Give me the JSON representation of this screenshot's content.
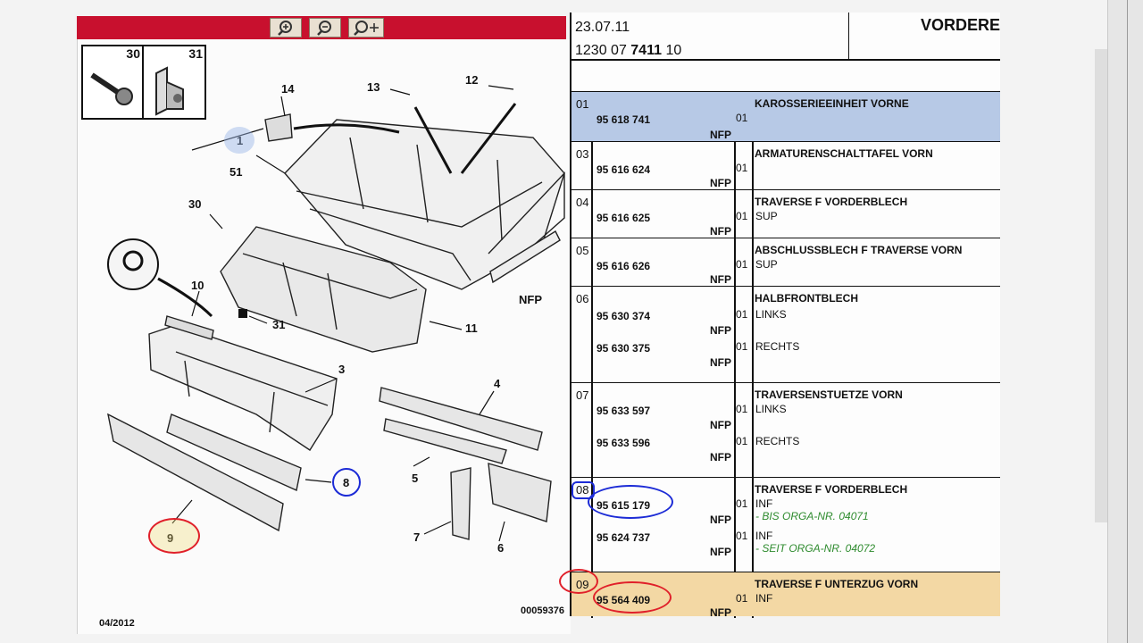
{
  "toolbar": {
    "icons": [
      "zoom-in-icon",
      "zoom-out-icon",
      "zoom-pan-icon"
    ],
    "accent_color": "#c8102e"
  },
  "drawing": {
    "thumbnails": [
      {
        "number": "30",
        "icon": "bolt-icon"
      },
      {
        "number": "31",
        "icon": "clip-nut-icon"
      }
    ],
    "callouts": [
      "14",
      "13",
      "12",
      "1",
      "51",
      "30",
      "10",
      "31",
      "11",
      "NFP",
      "3",
      "4",
      "5",
      "7",
      "6",
      "8",
      "9"
    ],
    "date_code": "04/2012",
    "drawing_number": "00059376"
  },
  "header": {
    "date": "23.07.11",
    "ref_prefix": "1230 07 ",
    "ref_bold": "7411",
    "ref_suffix": " 10",
    "title": "VORDERE"
  },
  "parts": {
    "rows": [
      {
        "pos": "01",
        "entries": [
          {
            "part": "95 618 741",
            "qty": "01",
            "nfp": "NFP"
          }
        ],
        "desc": "KAROSSERIEEINHEIT VORNE",
        "subs": []
      },
      {
        "pos": "03",
        "entries": [
          {
            "part": "95 616 624",
            "qty": "01",
            "nfp": "NFP"
          }
        ],
        "desc": "ARMATURENSCHALTTAFEL VORN",
        "subs": []
      },
      {
        "pos": "04",
        "entries": [
          {
            "part": "95 616 625",
            "qty": "01",
            "nfp": "NFP"
          }
        ],
        "desc": "TRAVERSE F VORDERBLECH",
        "subs": [
          "SUP"
        ]
      },
      {
        "pos": "05",
        "entries": [
          {
            "part": "95 616 626",
            "qty": "01",
            "nfp": "NFP"
          }
        ],
        "desc": "ABSCHLUSSBLECH F TRAVERSE VORN",
        "subs": [
          "SUP"
        ]
      },
      {
        "pos": "06",
        "entries": [
          {
            "part": "95 630 374",
            "qty": "01",
            "nfp": "NFP"
          },
          {
            "part": "95 630 375",
            "qty": "01",
            "nfp": "NFP"
          }
        ],
        "desc": "HALBFRONTBLECH",
        "subs": [
          "LINKS",
          "RECHTS"
        ]
      },
      {
        "pos": "07",
        "entries": [
          {
            "part": "95 633 597",
            "qty": "01",
            "nfp": "NFP"
          },
          {
            "part": "95 633 596",
            "qty": "01",
            "nfp": "NFP"
          }
        ],
        "desc": "TRAVERSENSTUETZE VORN",
        "subs": [
          "LINKS",
          "RECHTS"
        ]
      },
      {
        "pos": "08",
        "entries": [
          {
            "part": "95 615 179",
            "qty": "01",
            "nfp": "NFP"
          },
          {
            "part": "95 624 737",
            "qty": "01",
            "nfp": "NFP"
          }
        ],
        "desc": "TRAVERSE F VORDERBLECH",
        "subs": [
          "INF",
          "- BIS ORGA-NR. 04071",
          "INF",
          "- SEIT ORGA-NR. 04072"
        ]
      },
      {
        "pos": "09",
        "entries": [
          {
            "part": "95 564 409",
            "qty": "01",
            "nfp": "NFP"
          }
        ],
        "desc": "TRAVERSE F UNTERZUG VORN",
        "subs": [
          "INF"
        ]
      }
    ],
    "colors": {
      "selected": "#b7c9e6",
      "highlight": "#f3d8a4",
      "variant_note": "#2e8b2e"
    }
  },
  "annotations": {
    "blue_marker": "#1c2bd6",
    "red_marker": "#e0202a"
  }
}
